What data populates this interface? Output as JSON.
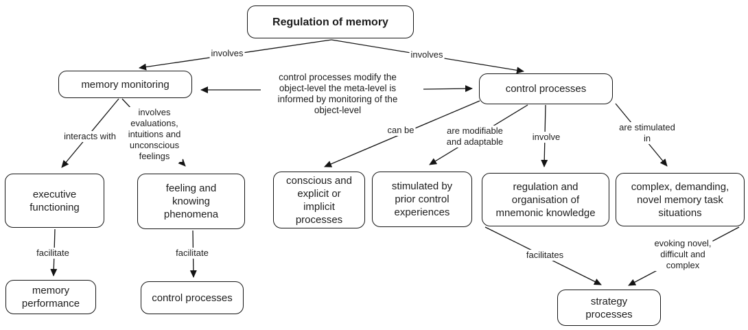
{
  "diagram": {
    "title": "Regulation of memory",
    "nodes": {
      "regulation_of_memory": "Regulation of memory",
      "memory_monitoring": "memory monitoring",
      "control_processes": "control processes",
      "executive_functioning": "executive\nfunctioning",
      "feeling_knowing": "feeling and\nknowing\nphenomena",
      "memory_performance": "memory\nperformance",
      "control_processes_bottom": "control processes",
      "conscious_explicit": "conscious and\nexplicit or\nimplicit\nprocesses",
      "stimulated_prior": "stimulated by\nprior control\nexperiences",
      "regulation_organisation": "regulation and\norganisation of\nmnemonic knowledge",
      "complex_demanding": "complex, demanding,\nnovel memory task\nsituations",
      "strategy_processes": "strategy\nprocesses"
    },
    "edge_labels": {
      "involves_left": "involves",
      "involves_right": "involves",
      "meta_note": "control processes modify the\nobject-level the meta-level is\ninformed by monitoring of the\nobject-level",
      "interacts_with": "interacts with",
      "involves_evaluations": "involves\nevaluations,\nintuitions and\nunconscious\nfeelings",
      "facilitate_left": "facilitate",
      "facilitate_right": "facilitate",
      "can_be": "can be",
      "are_modifiable": "are modifiable\nand adaptable",
      "involve": "involve",
      "are_stimulated_in": "are stimulated\nin",
      "facilitates": "facilitates",
      "evoking": "evoking novel,\ndifficult and\ncomplex"
    },
    "colors": {
      "line": "#141414",
      "text": "#1c1c1c",
      "node_fill": "#ffffff"
    }
  }
}
